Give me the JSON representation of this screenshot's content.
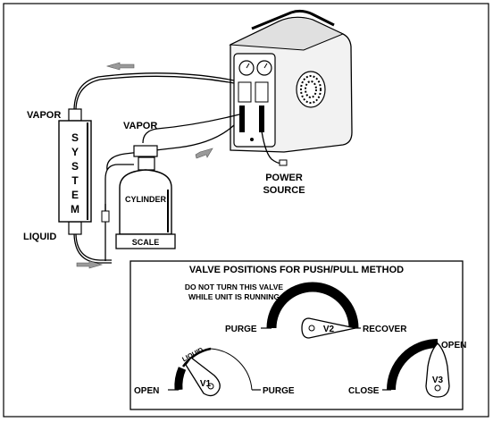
{
  "system": {
    "vapor_label": "VAPOR",
    "liquid_label": "LIQUID",
    "letters": [
      "S",
      "Y",
      "S",
      "T",
      "E",
      "M"
    ]
  },
  "cylinder": {
    "vapor_label": "VAPOR",
    "body_label": "CYLINDER",
    "scale_label": "SCALE"
  },
  "power": {
    "line1": "POWER",
    "line2": "SOURCE"
  },
  "valve_panel": {
    "title": "VALVE POSITIONS FOR PUSH/PULL METHOD",
    "warning_line1": "DO NOT TURN THIS VALVE",
    "warning_line2": "WHILE UNIT IS RUNNING",
    "v2": {
      "label": "V2",
      "left": "PURGE",
      "right": "RECOVER"
    },
    "v1": {
      "label": "V1",
      "left": "OPEN",
      "right": "PURGE",
      "arc": "LIQUID"
    },
    "v3": {
      "label": "V3",
      "left": "CLOSE",
      "top": "OPEN"
    }
  }
}
